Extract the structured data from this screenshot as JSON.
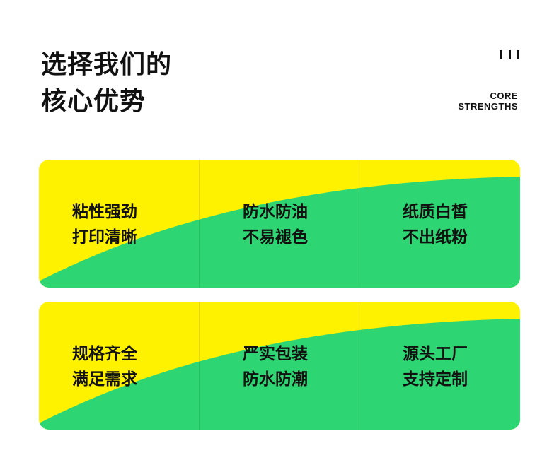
{
  "header": {
    "title_line1": "选择我们的",
    "title_line2": "核心优势",
    "subtitle_line1": "CORE",
    "subtitle_line2": "STRENGTHS",
    "bars_icon": "three-vertical-bars-icon"
  },
  "colors": {
    "yellow": "#fff200",
    "green": "#2ed573",
    "text": "#111111",
    "background": "#ffffff"
  },
  "cards": [
    {
      "cells": [
        {
          "line1": "粘性强劲",
          "line2": "打印清晰"
        },
        {
          "line1": "防水防油",
          "line2": "不易褪色"
        },
        {
          "line1": "纸质白皙",
          "line2": "不出纸粉"
        }
      ]
    },
    {
      "cells": [
        {
          "line1": "规格齐全",
          "line2": "满足需求"
        },
        {
          "line1": "严实包装",
          "line2": "防水防潮"
        },
        {
          "line1": "源头工厂",
          "line2": "支持定制"
        }
      ]
    }
  ]
}
